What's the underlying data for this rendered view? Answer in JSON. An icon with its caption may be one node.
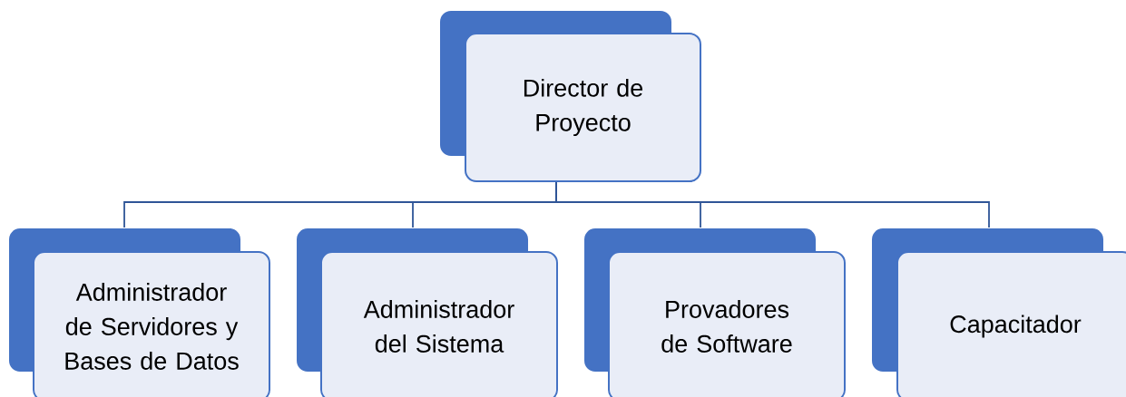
{
  "diagram": {
    "nodes": [
      {
        "text": [
          "Director de Proyecto"
        ]
      },
      {
        "text": [
          "Administrador de Servidores y Bases de Datos"
        ]
      },
      {
        "text": [
          "Administrador del Sistema"
        ]
      },
      {
        "text": [
          "Provadores de Software"
        ]
      },
      {
        "text": [
          "Capacitador"
        ]
      }
    ],
    "edges": [
      {
        "from": 0,
        "to": 1,
        "arrow": "none"
      },
      {
        "from": 0,
        "to": 2,
        "arrow": "none"
      },
      {
        "from": 0,
        "to": 3,
        "arrow": "none"
      },
      {
        "from": 0,
        "to": 4,
        "arrow": "none"
      }
    ]
  }
}
